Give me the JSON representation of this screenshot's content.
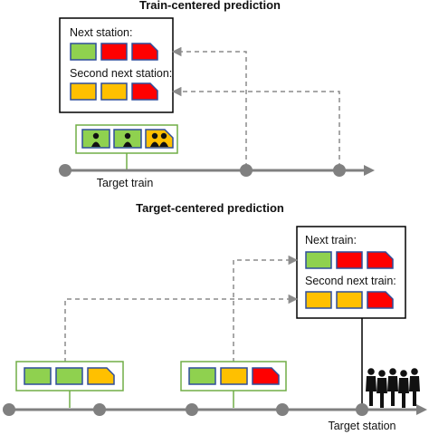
{
  "train_centered": {
    "title": "Train-centered prediction",
    "next_label": "Next station:",
    "second_label": "Second next station:",
    "train_label": "Target train",
    "next_station_cars": [
      "green",
      "red",
      "red"
    ],
    "second_station_cars": [
      "yellow",
      "yellow",
      "red"
    ],
    "target_train_cars": [
      "green",
      "green",
      "yellow"
    ]
  },
  "target_centered": {
    "title": "Target-centered prediction",
    "next_label": "Next train:",
    "second_label": "Second next train:",
    "station_label": "Target station",
    "next_train_cars": [
      "green",
      "red",
      "red"
    ],
    "second_train_cars": [
      "yellow",
      "yellow",
      "red"
    ],
    "train_a_cars": [
      "green",
      "green",
      "yellow"
    ],
    "train_b_cars": [
      "green",
      "yellow",
      "red"
    ]
  },
  "colors": {
    "green": "#8fd14f",
    "yellow": "#ffc000",
    "red": "#ff0000",
    "car_border": "#2e4d9b",
    "group_border": "#70ad47",
    "node": "#808080",
    "dashed": "#8c8c8c"
  },
  "icons": [
    "passenger-icon",
    "waiting-people-icon"
  ]
}
